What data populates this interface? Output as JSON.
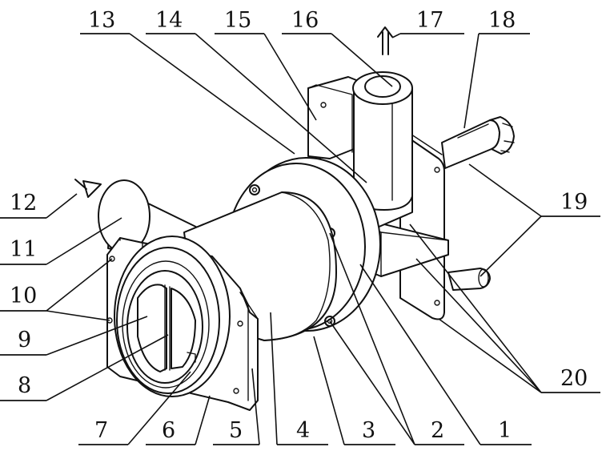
{
  "labels": {
    "l1": "1",
    "l2": "2",
    "l3": "3",
    "l4": "4",
    "l5": "5",
    "l6": "6",
    "l7": "7",
    "l8": "8",
    "l9": "9",
    "l10": "10",
    "l11": "11",
    "l12": "12",
    "l13": "13",
    "l14": "14",
    "l15": "15",
    "l16": "16",
    "l17": "17",
    "l18": "18",
    "l19": "19",
    "l20": "20"
  },
  "colors": {
    "line": "#111111",
    "background": "#ffffff"
  },
  "icons": {
    "flow_in": "inlet-arrow-icon",
    "flow_out": "outlet-arrow-icon"
  }
}
